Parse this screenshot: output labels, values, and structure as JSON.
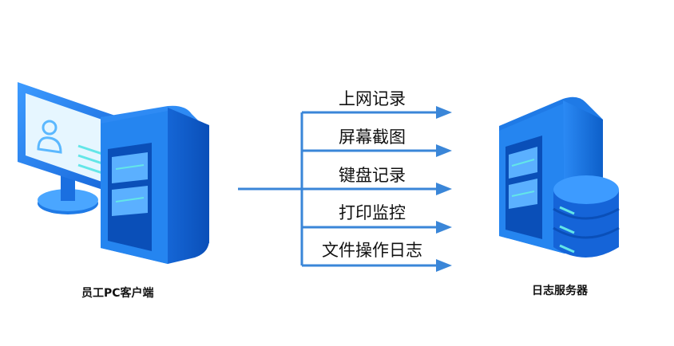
{
  "diagram": {
    "source": {
      "caption": "员工PC客户端",
      "icon": "client-pc-icon"
    },
    "target": {
      "caption": "日志服务器",
      "icon": "log-server-icon"
    },
    "flows": [
      {
        "label": "上网记录"
      },
      {
        "label": "屏幕截图"
      },
      {
        "label": "键盘记录"
      },
      {
        "label": "打印监控"
      },
      {
        "label": "文件操作日志"
      }
    ],
    "colors": {
      "arrow": "#3a86d8",
      "device_dark": "#0d5fc9",
      "device_mid": "#1f7ae6",
      "device_light": "#6fc2ff",
      "accent_cyan": "#63e6e8"
    }
  }
}
